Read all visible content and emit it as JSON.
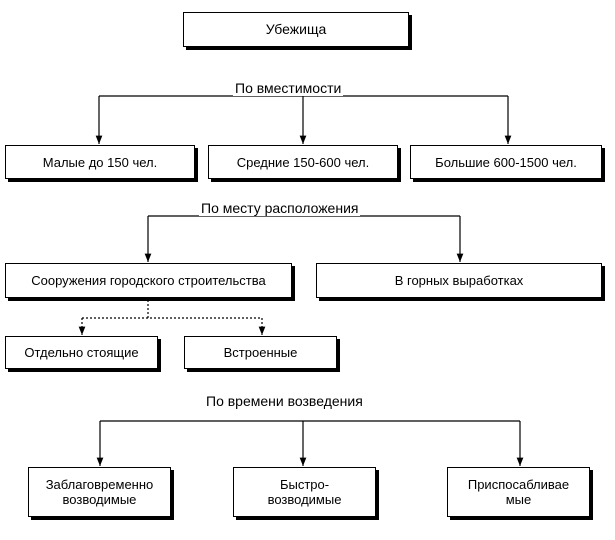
{
  "root": {
    "label": "Убежища"
  },
  "capacity": {
    "heading": "По вместимости",
    "items": [
      "Малые до 150 чел.",
      "Средние 150-600 чел.",
      "Большие 600-1500 чел."
    ]
  },
  "location": {
    "heading": "По месту расположения",
    "items": [
      "Сооружения городского строительства",
      "В горных выработках"
    ],
    "sub_items": [
      "Отдельно стоящие",
      "Встроенные"
    ]
  },
  "construction_time": {
    "heading": "По времени возведения",
    "items": [
      "Заблаговременно\nвозводимые",
      "Быстро-\nвозводимые",
      "Приспосабливае\nмые"
    ]
  }
}
